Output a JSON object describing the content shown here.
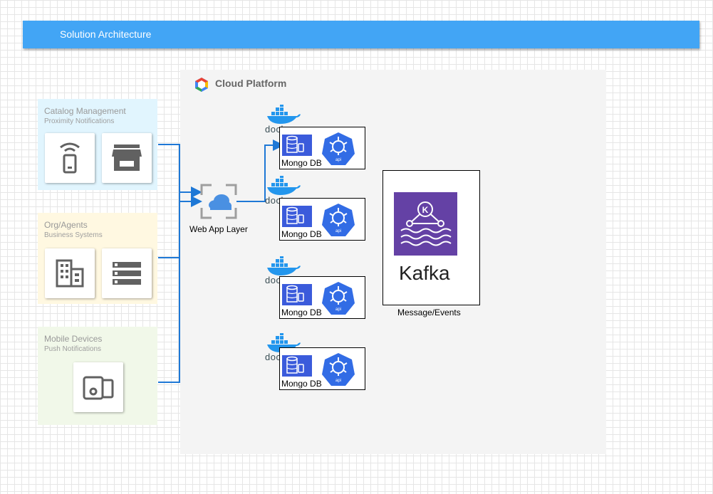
{
  "header": {
    "title": "Solution Architecture"
  },
  "cloud": {
    "label": "Cloud Platform"
  },
  "zones": [
    {
      "title": "Catalog Management",
      "subtitle": "Proximity Notifications",
      "color": "#e1f5fe",
      "icons": [
        "beacon-icon",
        "storefront-icon"
      ]
    },
    {
      "title": "Org/Agents",
      "subtitle": "Business Systems",
      "color": "#fff8e1",
      "icons": [
        "office-building-icon",
        "server-list-icon"
      ]
    },
    {
      "title": "Mobile Devices",
      "subtitle": "Push Notifications",
      "color": "#f1f8e9",
      "icons": [
        "devices-icon"
      ]
    }
  ],
  "web_app": {
    "label": "Web App Layer",
    "icon": "web-app-cloud-icon"
  },
  "services": [
    {
      "docker_label": "docker",
      "db_label": "Mongo DB",
      "api_label": "api"
    },
    {
      "docker_label": "docker",
      "db_label": "Mongo DB",
      "api_label": "api"
    },
    {
      "docker_label": "docker",
      "db_label": "Mongo DB",
      "api_label": "api"
    },
    {
      "docker_label": "docker",
      "db_label": "Mongo DB",
      "api_label": "api"
    }
  ],
  "kafka": {
    "title": "Kafka",
    "caption": "Message/Events",
    "logo_letter": "K",
    "color": "#6441a5"
  },
  "colors": {
    "title_bar": "#42a5f5",
    "connector": "#1e78d6",
    "k8s": "#326ce5",
    "docker": "#2396ed",
    "db": "#3b5bdb"
  }
}
